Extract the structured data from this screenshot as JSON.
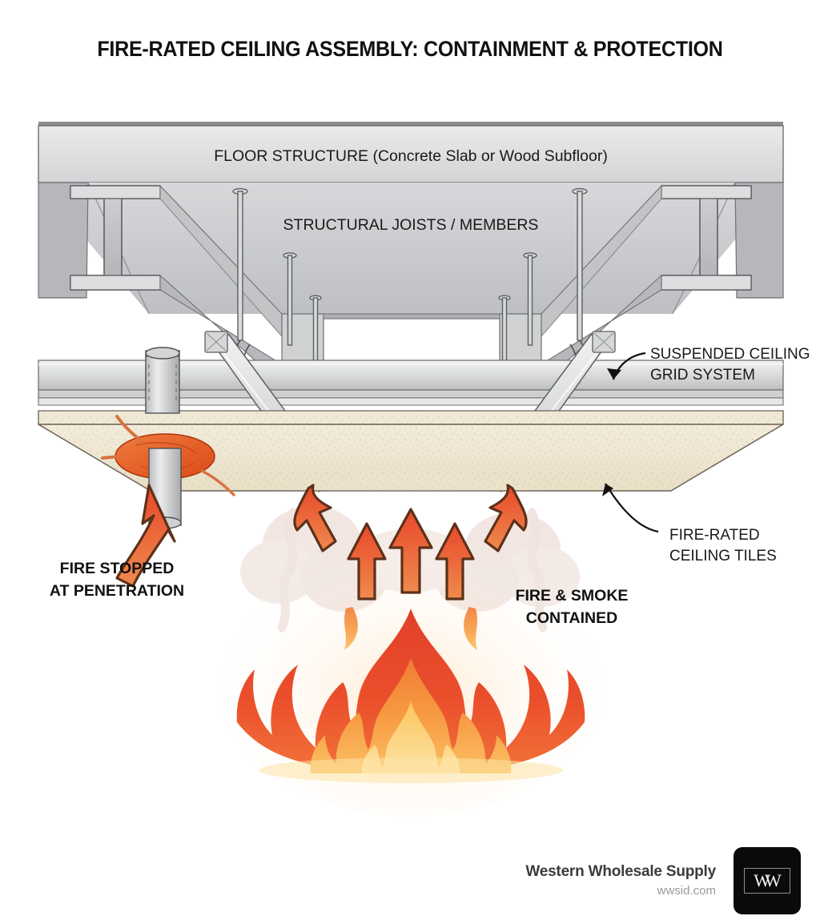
{
  "title": "FIRE-RATED CEILING ASSEMBLY: CONTAINMENT & PROTECTION",
  "diagram": {
    "floor_label": "FLOOR STRUCTURE (Concrete Slab or Wood Subfloor)",
    "joists_label": "STRUCTURAL JOISTS / MEMBERS",
    "suspended_grid_label_line1": "SUSPENDED CEILING",
    "suspended_grid_label_line2": "GRID SYSTEM",
    "fire_rated_tiles_label_line1": "FIRE-RATED",
    "fire_rated_tiles_label_line2": "CEILING TILES",
    "fire_stopped_label_line1": "FIRE STOPPED",
    "fire_stopped_label_line2": "AT PENETRATION",
    "contained_label_line1": "FIRE & SMOKE",
    "contained_label_line2": "CONTAINED"
  },
  "colors": {
    "steel_light": "#e3e4e5",
    "steel_mid": "#c6c8ca",
    "steel_dark": "#a9abad",
    "steel_outline": "#555759",
    "tile_face": "#efe7d2",
    "tile_edge": "#6b6154",
    "flame_outer": "#e8472a",
    "flame_mid": "#f2813a",
    "flame_inner": "#f7a84a",
    "flame_core": "#fbc55e",
    "arrow_fill": "#e8562c",
    "arrow_outline": "#5d3119",
    "firestop": "#e8551f",
    "smoke": "#e9d5cd",
    "logo_bg": "#0a0a0a"
  },
  "footer": {
    "brand": "Western Wholesale Supply",
    "url": "wwsid.com",
    "logo_monogram": "WW"
  }
}
